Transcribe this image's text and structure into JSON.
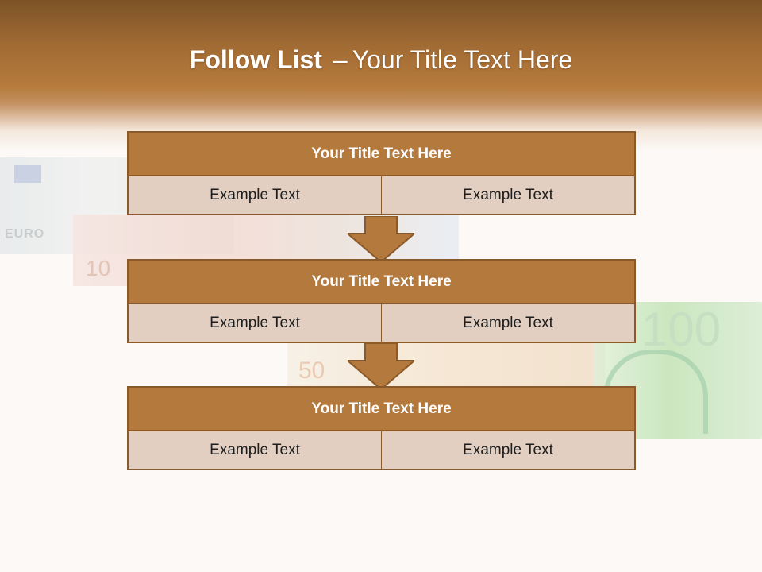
{
  "slide": {
    "title_bold": "Follow List",
    "title_dash": "–",
    "title_rest": "Your Title Text Here"
  },
  "colors": {
    "header_brown": "#b77c3d",
    "block_title_bg": "#b47a3d",
    "block_cell_bg": "#e2cfc2",
    "border": "#8a5a2b",
    "background": "#fcf9f6"
  },
  "blocks": [
    {
      "title": "Your Title Text Here",
      "cells": [
        "Example Text",
        "Example Text"
      ]
    },
    {
      "title": "Your Title Text Here",
      "cells": [
        "Example Text",
        "Example Text"
      ]
    },
    {
      "title": "Your Title Text Here",
      "cells": [
        "Example Text",
        "Example Text"
      ]
    }
  ],
  "background_notes": {
    "note_5_text": "EURO",
    "note_10_text": "10",
    "note_50_text": "50",
    "note_100_text": "100"
  }
}
